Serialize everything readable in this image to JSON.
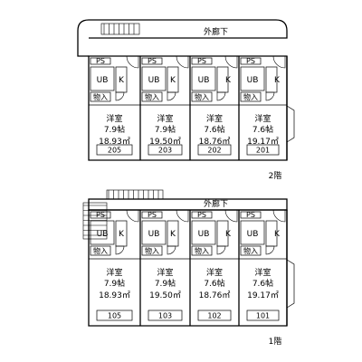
{
  "floors": [
    {
      "label": "2階",
      "corridor_label": "外廊下",
      "units": [
        {
          "number": "205",
          "room_type": "洋室",
          "tatami": "7.9帖",
          "area": "18.93㎡",
          "bath": "UB",
          "kitchen": "K",
          "storage": "PS",
          "closet": "物入"
        },
        {
          "number": "203",
          "room_type": "洋室",
          "tatami": "7.9帖",
          "area": "19.50㎡",
          "bath": "UB",
          "kitchen": "K",
          "storage": "PS",
          "closet": "物入"
        },
        {
          "number": "202",
          "room_type": "洋室",
          "tatami": "7.6帖",
          "area": "18.76㎡",
          "bath": "UB",
          "kitchen": "K",
          "storage": "PS",
          "closet": "物入"
        },
        {
          "number": "201",
          "room_type": "洋室",
          "tatami": "7.6帖",
          "area": "19.17㎡",
          "bath": "UB",
          "kitchen": "K",
          "storage": "PS",
          "closet": "物入"
        }
      ]
    },
    {
      "label": "1階",
      "corridor_label": "外廊下",
      "units": [
        {
          "number": "105",
          "room_type": "洋室",
          "tatami": "7.9帖",
          "area": "18.93㎡",
          "bath": "UB",
          "kitchen": "K",
          "storage": "PS",
          "closet": "物入"
        },
        {
          "number": "103",
          "room_type": "洋室",
          "tatami": "7.9帖",
          "area": "19.50㎡",
          "bath": "UB",
          "kitchen": "K",
          "storage": "PS",
          "closet": "物入"
        },
        {
          "number": "102",
          "room_type": "洋室",
          "tatami": "7.6帖",
          "area": "18.76㎡",
          "bath": "UB",
          "kitchen": "K",
          "storage": "PS",
          "closet": "物入"
        },
        {
          "number": "101",
          "room_type": "洋室",
          "tatami": "7.6帖",
          "area": "19.17㎡",
          "bath": "UB",
          "kitchen": "K",
          "storage": "PS",
          "closet": "物入"
        }
      ]
    }
  ]
}
